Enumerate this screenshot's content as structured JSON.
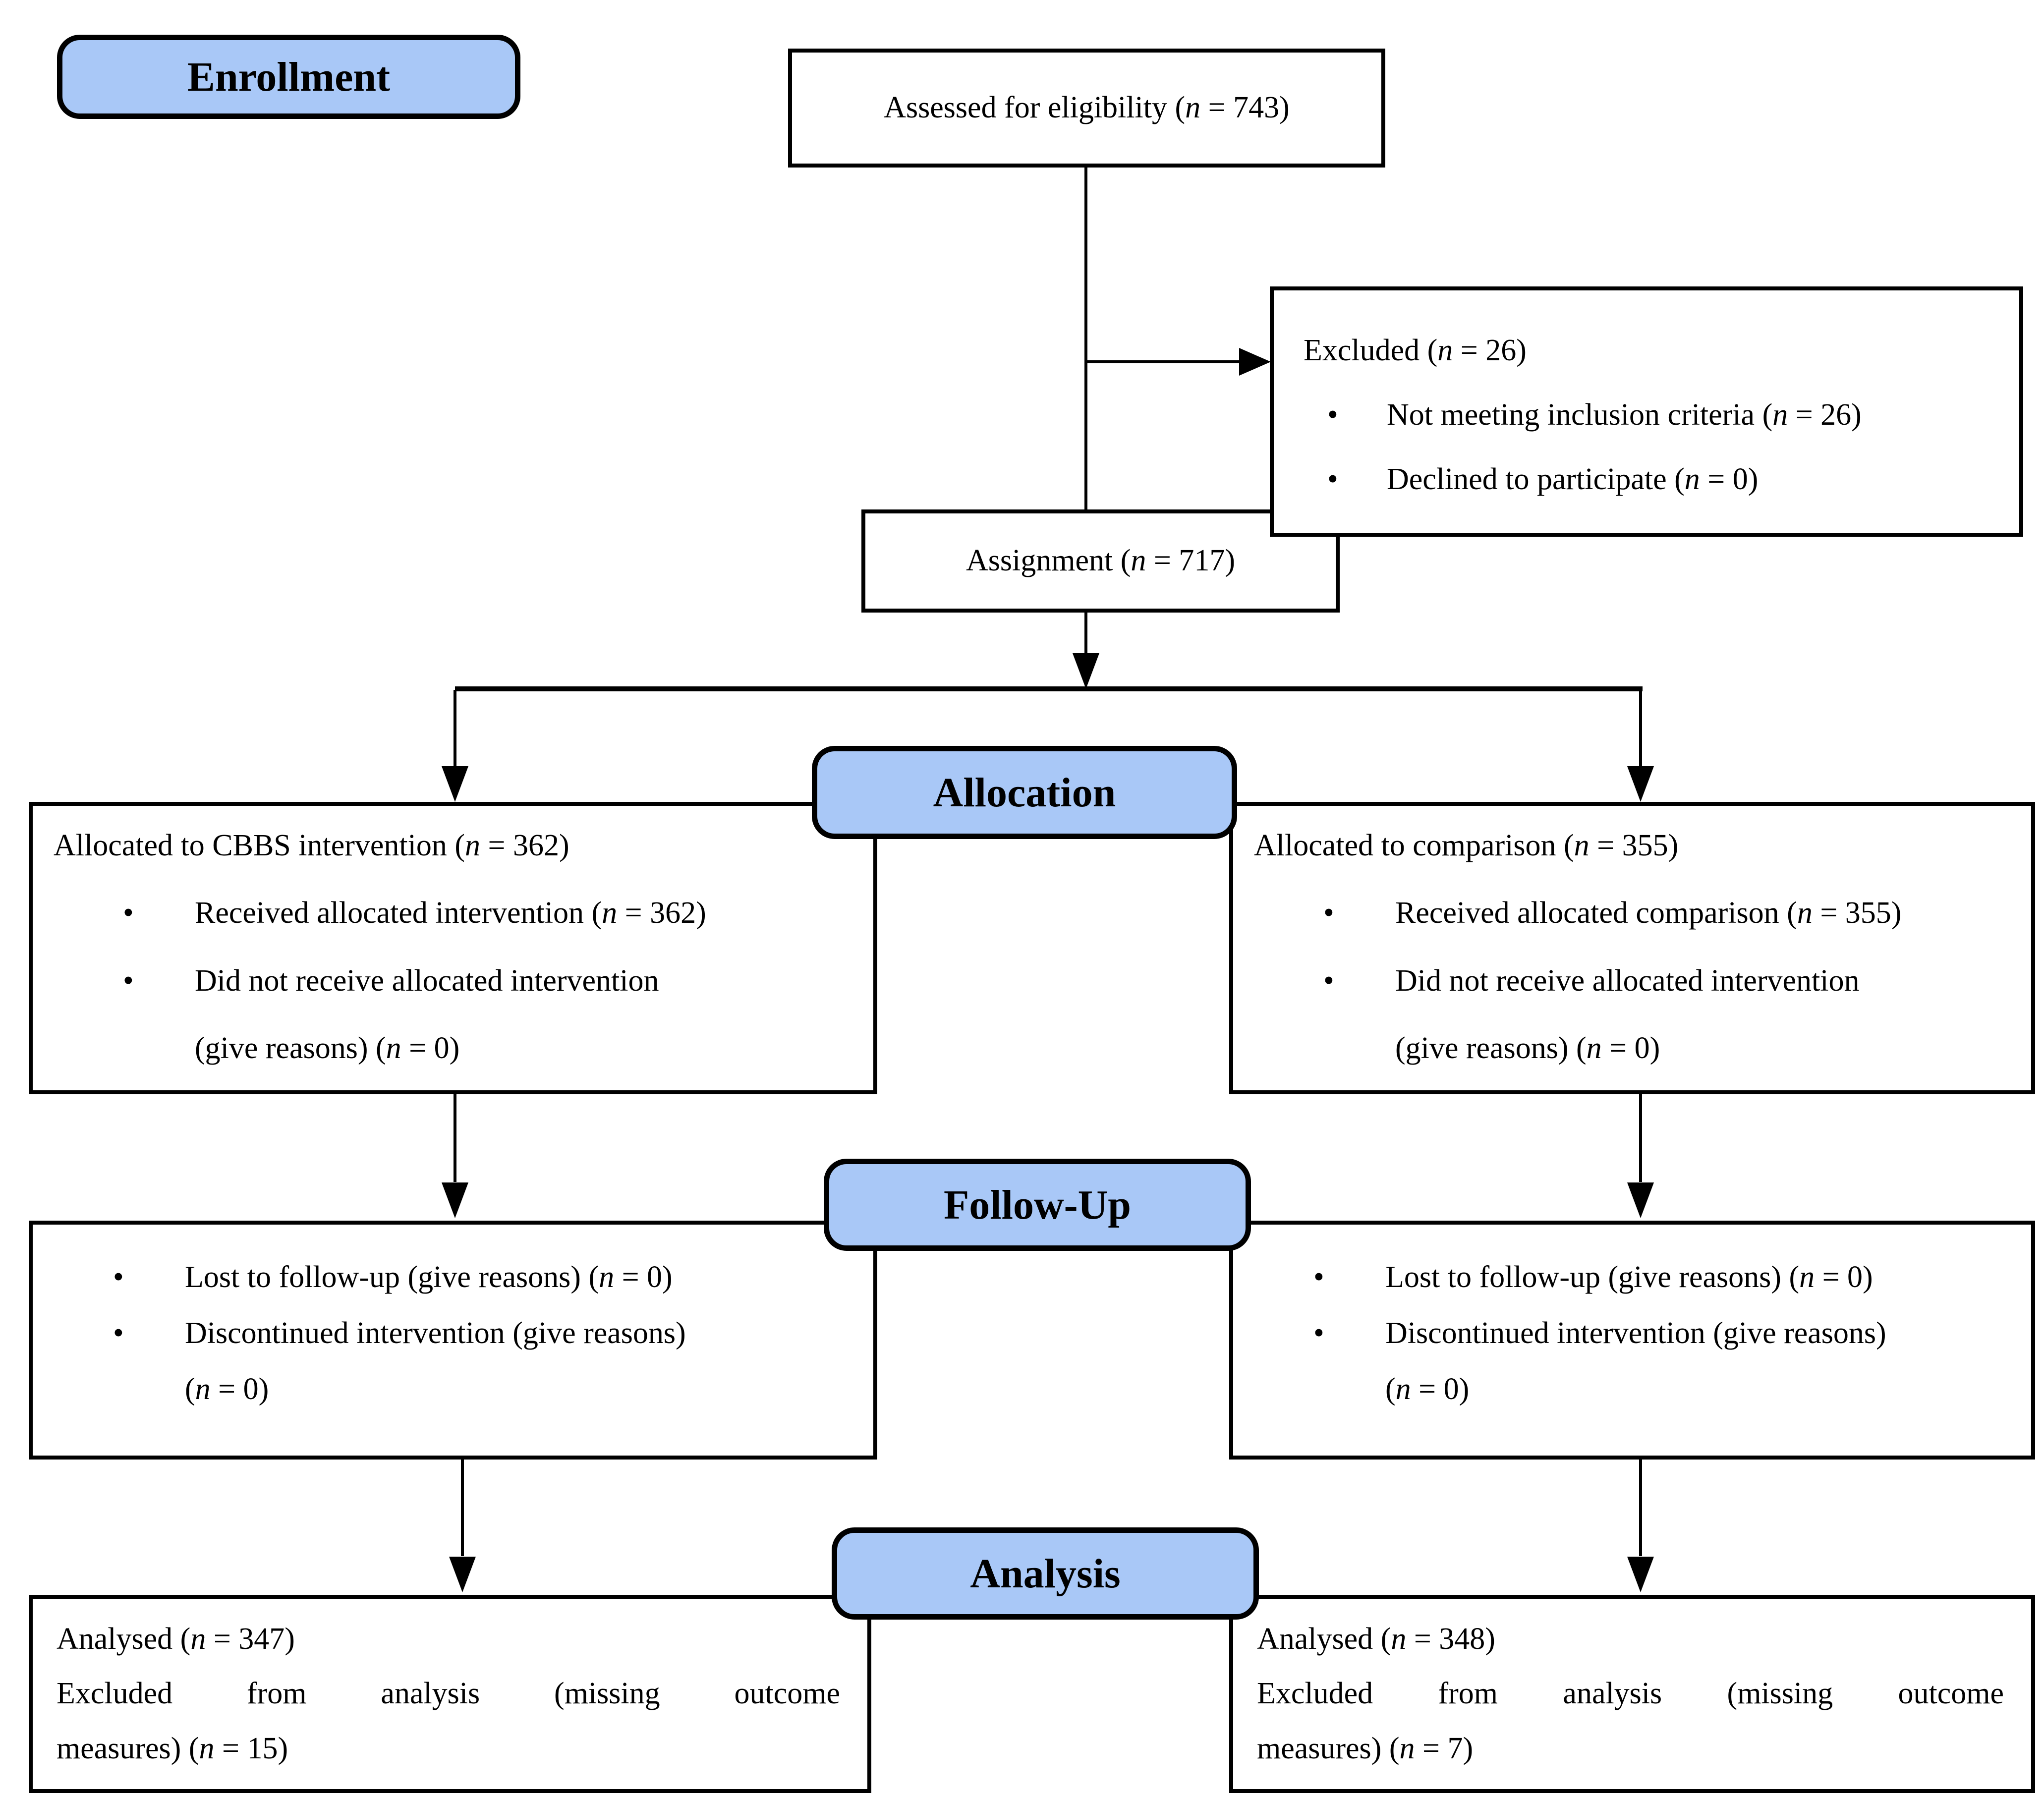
{
  "colors": {
    "stage_fill": "#a9c8f7",
    "line_color": "#000000",
    "box_background": "#ffffff"
  },
  "glyphs": {
    "bullet": "•"
  },
  "stages": {
    "enrollment": "Enrollment",
    "allocation": "Allocation",
    "followup": "Follow-Up",
    "analysis": "Analysis"
  },
  "boxes": {
    "assessed": "Assessed for eligibility (n = 743)",
    "excluded": {
      "title": "Excluded (n = 26)",
      "bullets": [
        "Not meeting inclusion criteria (n = 26)",
        "Declined to participate (n = 0)"
      ]
    },
    "assignment": "Assignment (n = 717)",
    "allocation_left": {
      "title": "Allocated to CBBS intervention (n = 362)",
      "bullets": [
        "Received allocated intervention (n = 362)",
        "Did not receive allocated intervention\n(give reasons) (n = 0)"
      ]
    },
    "allocation_right": {
      "title": "Allocated to comparison (n = 355)",
      "bullets": [
        "Received allocated comparison (n = 355)",
        "Did not receive allocated intervention\n(give reasons) (n = 0)"
      ]
    },
    "followup_left": {
      "bullets": [
        "Lost to follow-up (give reasons) (n = 0)",
        "Discontinued intervention (give reasons)\n(n = 0)"
      ]
    },
    "followup_right": {
      "bullets": [
        "Lost to follow-up (give reasons) (n = 0)",
        "Discontinued intervention (give reasons)\n(n = 0)"
      ]
    },
    "analysis_left": {
      "analysed": "Analysed (n = 347)",
      "excluded_line1": "Excluded from analysis (missing outcome",
      "excluded_line2": "measures) (n = 15)"
    },
    "analysis_right": {
      "analysed": "Analysed (n = 348)",
      "excluded_line1": "Excluded from analysis (missing outcome",
      "excluded_line2": "measures) (n = 7)"
    }
  }
}
